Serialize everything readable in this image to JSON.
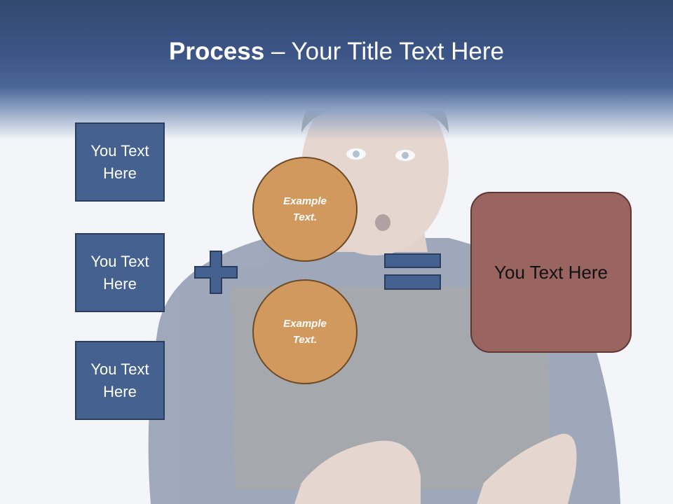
{
  "slide": {
    "title_bold": "Process",
    "title_rest": " – Your Title Text Here",
    "left_boxes": [
      "You Text Here",
      "You Text Here",
      "You Text Here"
    ],
    "circles": [
      "Example Text.",
      "Example Text."
    ],
    "result": "You Text Here",
    "plus_symbol_icon": "plus-icon",
    "equals_symbol_icon": "equals-icon",
    "colors": {
      "header": "#3d5688",
      "box_fill": "#44618f",
      "circle_fill": "#d2995e",
      "result_fill": "#9a6461"
    }
  }
}
